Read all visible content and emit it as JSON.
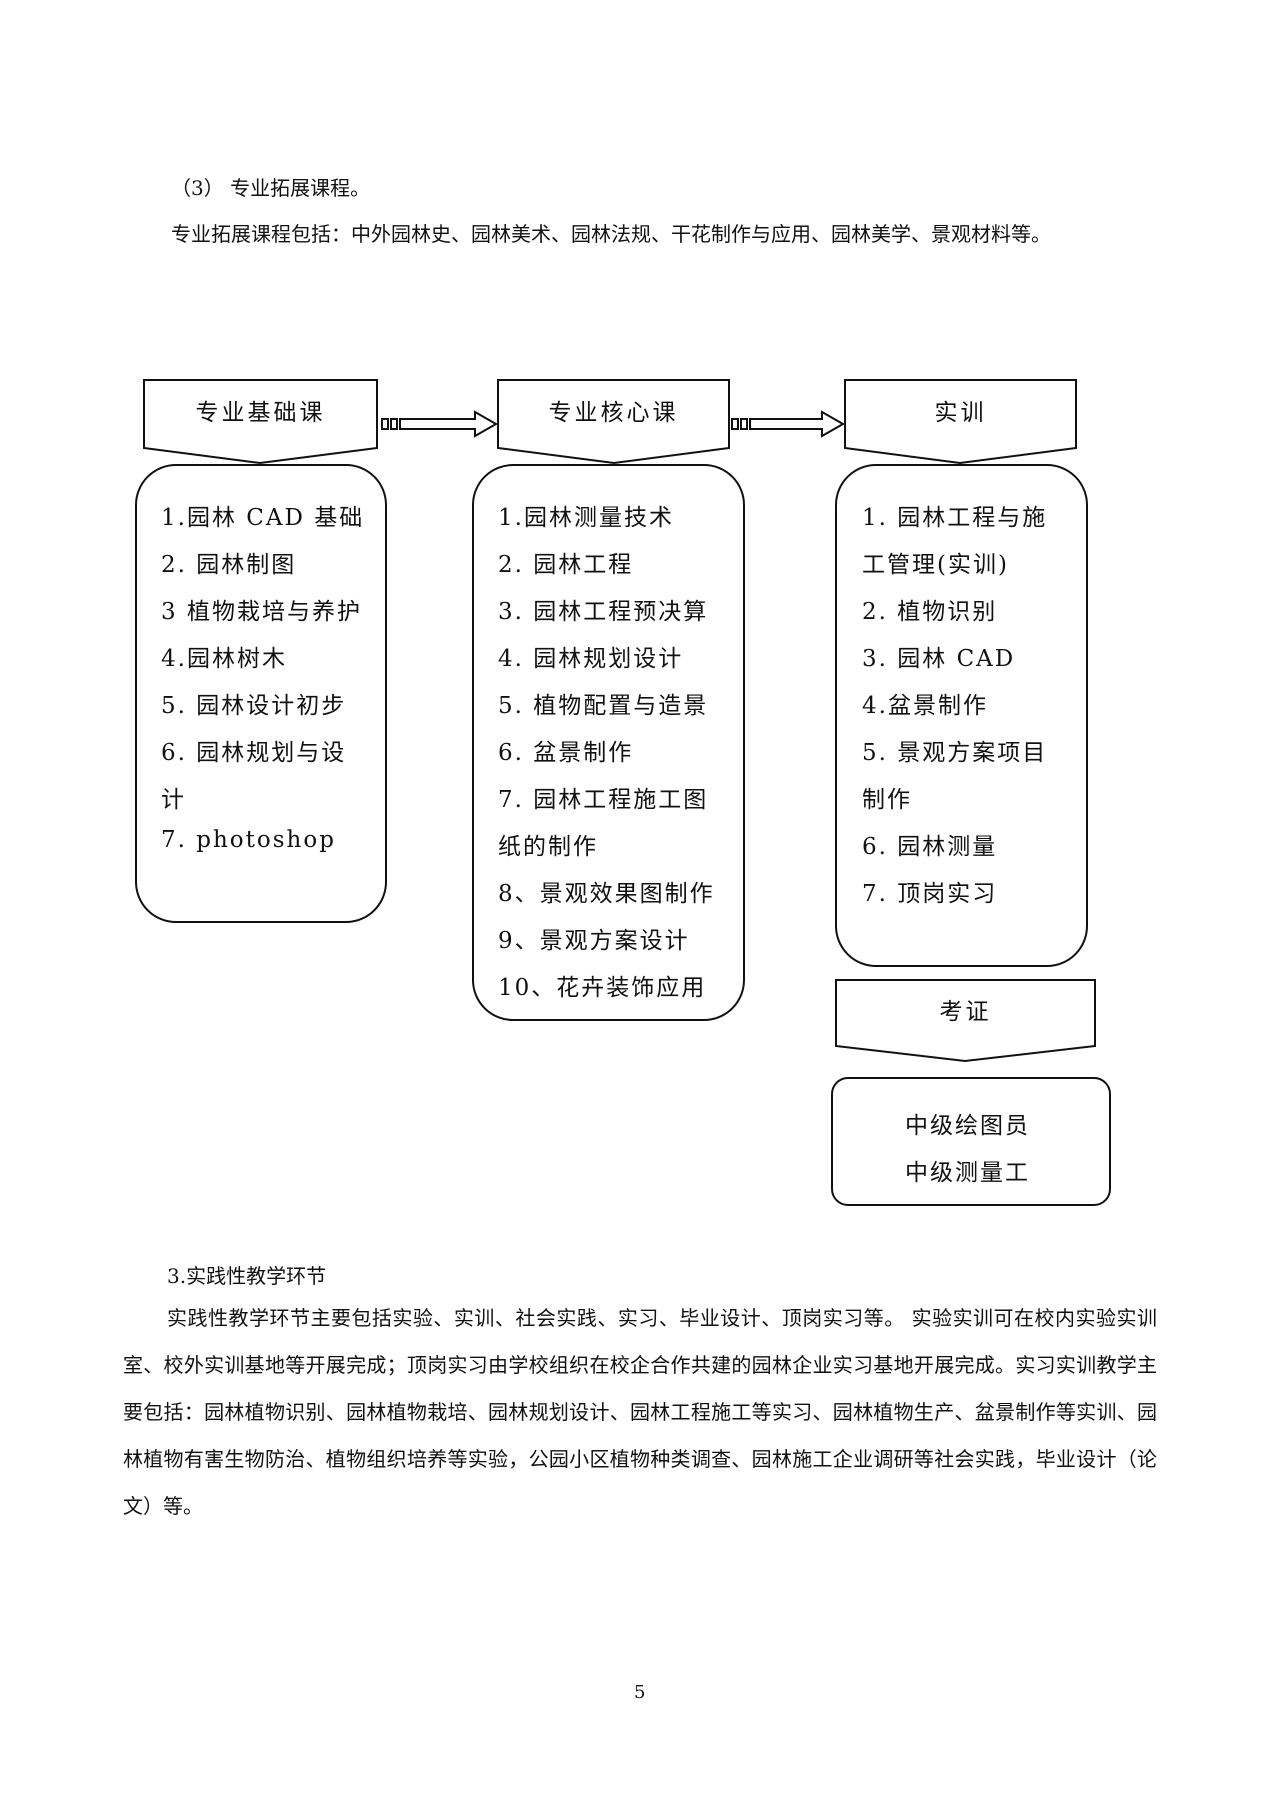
{
  "section3_heading": "（3） 专业拓展课程。",
  "section3_text": "专业拓展课程包括：中外园林史、园林美术、园林法规、干花制作与应用、园林美学、景观材料等。",
  "diagram": {
    "foundation": {
      "title": "专业基础课",
      "items": [
        "1.园林 CAD 基础",
        "2.  园林制图",
        "3 植物栽培与养护",
        "4.园林树木",
        "5.  园林设计初步",
        "6.  园林规划与设",
        "计",
        "7.  photoshop"
      ]
    },
    "core": {
      "title": "专业核心课",
      "items": [
        "1.园林测量技术",
        "2.  园林工程",
        "3.  园林工程预决算",
        "4.  园林规划设计",
        "5.  植物配置与造景",
        "6.  盆景制作",
        "7.  园林工程施工图",
        "纸的制作",
        "8、景观效果图制作",
        "9、景观方案设计",
        "10、花卉装饰应用"
      ]
    },
    "training": {
      "title": "实训",
      "items": [
        "1.  园林工程与施",
        "工管理(实训)",
        "2.  植物识别",
        "3.  园林 CAD",
        "4.盆景制作",
        "5.  景观方案项目",
        "制作",
        "6.  园林测量",
        "7.  顶岗实习"
      ]
    },
    "certification": {
      "title": "考证",
      "items": [
        "中级绘图员",
        "中级测量工"
      ]
    }
  },
  "practice_heading": "3.实践性教学环节",
  "practice_text": "实践性教学环节主要包括实验、实训、社会实践、实习、毕业设计、顶岗实习等。 实验实训可在校内实验实训室、校外实训基地等开展完成；顶岗实习由学校组织在校企合作共建的园林企业实习基地开展完成。实习实训教学主要包括：园林植物识别、园林植物栽培、园林规划设计、园林工程施工等实习、园林植物生产、盆景制作等实训、园林植物有害生物防治、植物组织培养等实验，公园小区植物种类调查、园林施工企业调研等社会实践，毕业设计（论文）等。",
  "page_number": "5"
}
